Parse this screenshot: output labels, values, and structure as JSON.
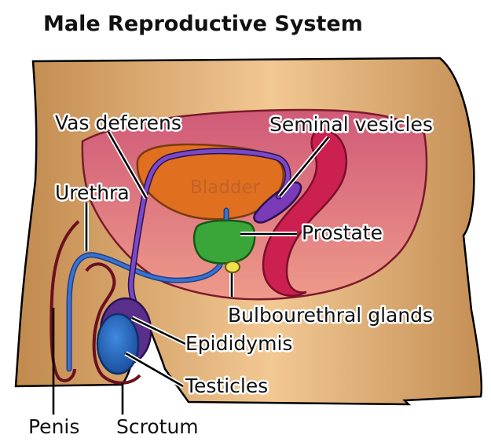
{
  "title": "Male Reproductive System",
  "organ_label": "Bladder",
  "labels": {
    "vas_deferens": "Vas deferens",
    "seminal_vesicles": "Seminal vesicles",
    "urethra": "Urethra",
    "prostate": "Prostate",
    "bulbourethral_glands": "Bulbourethral glands",
    "epididymis": "Epididymis",
    "testicles": "Testicles",
    "penis": "Penis",
    "scrotum": "Scrotum"
  },
  "colors": {
    "skin_dark": "#c9955a",
    "skin_light": "#f3c994",
    "pelvic_cavity": "#d9647a",
    "bladder": "#e0701f",
    "vas_deferens": "#6b3fb0",
    "seminal_vesicle": "#7a3bb8",
    "urethra": "#2f5fb8",
    "prostate": "#3aa63a",
    "bulbourethral_gland": "#f0e14a",
    "epididymis": "#5a2f8c",
    "testicle": "#2d6fc4",
    "rectum": "#c8204a",
    "outline": "#6b1020"
  }
}
